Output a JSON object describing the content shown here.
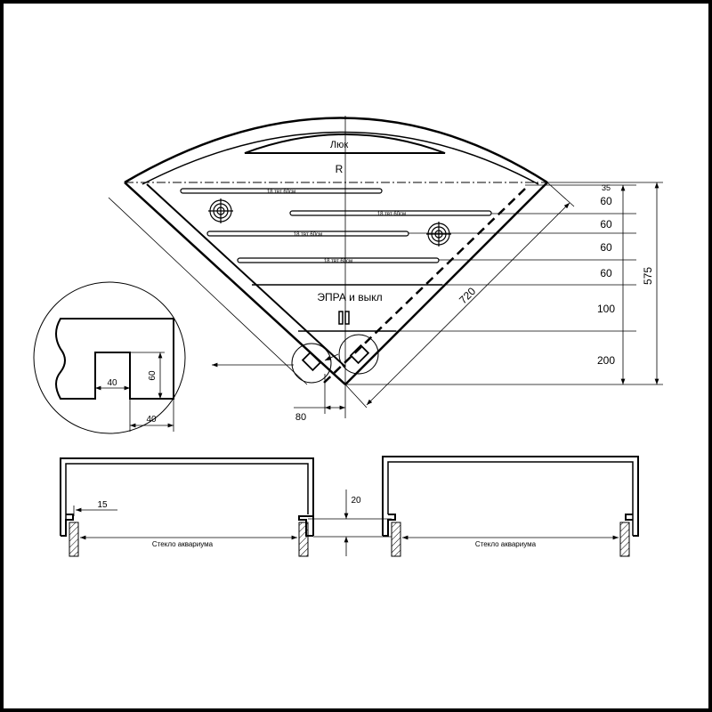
{
  "top_view": {
    "hatch_label": "Люк",
    "radius_label": "R",
    "lamp_labels": [
      "18 твт 60см",
      "18 твт 60см",
      "18 твт 60см",
      "18 твт 60см"
    ],
    "ballast_label": "ЭПРА и выкл",
    "diagonal_dim": "720",
    "bottom_dim": "80",
    "right_dims": [
      "35",
      "60",
      "60",
      "60",
      "60",
      "100",
      "200"
    ],
    "total_dim": "575"
  },
  "detail_view": {
    "dim_width": "40",
    "dim_height": "60",
    "dim_offset": "40"
  },
  "profiles": {
    "dim_lip": "15",
    "dim_height": "20",
    "glass_label_left": "Стекло аквариума",
    "glass_label_right": "Стекло аквариума"
  },
  "colors": {
    "line": "#000000",
    "paper": "#ffffff",
    "frame": "#000000"
  }
}
